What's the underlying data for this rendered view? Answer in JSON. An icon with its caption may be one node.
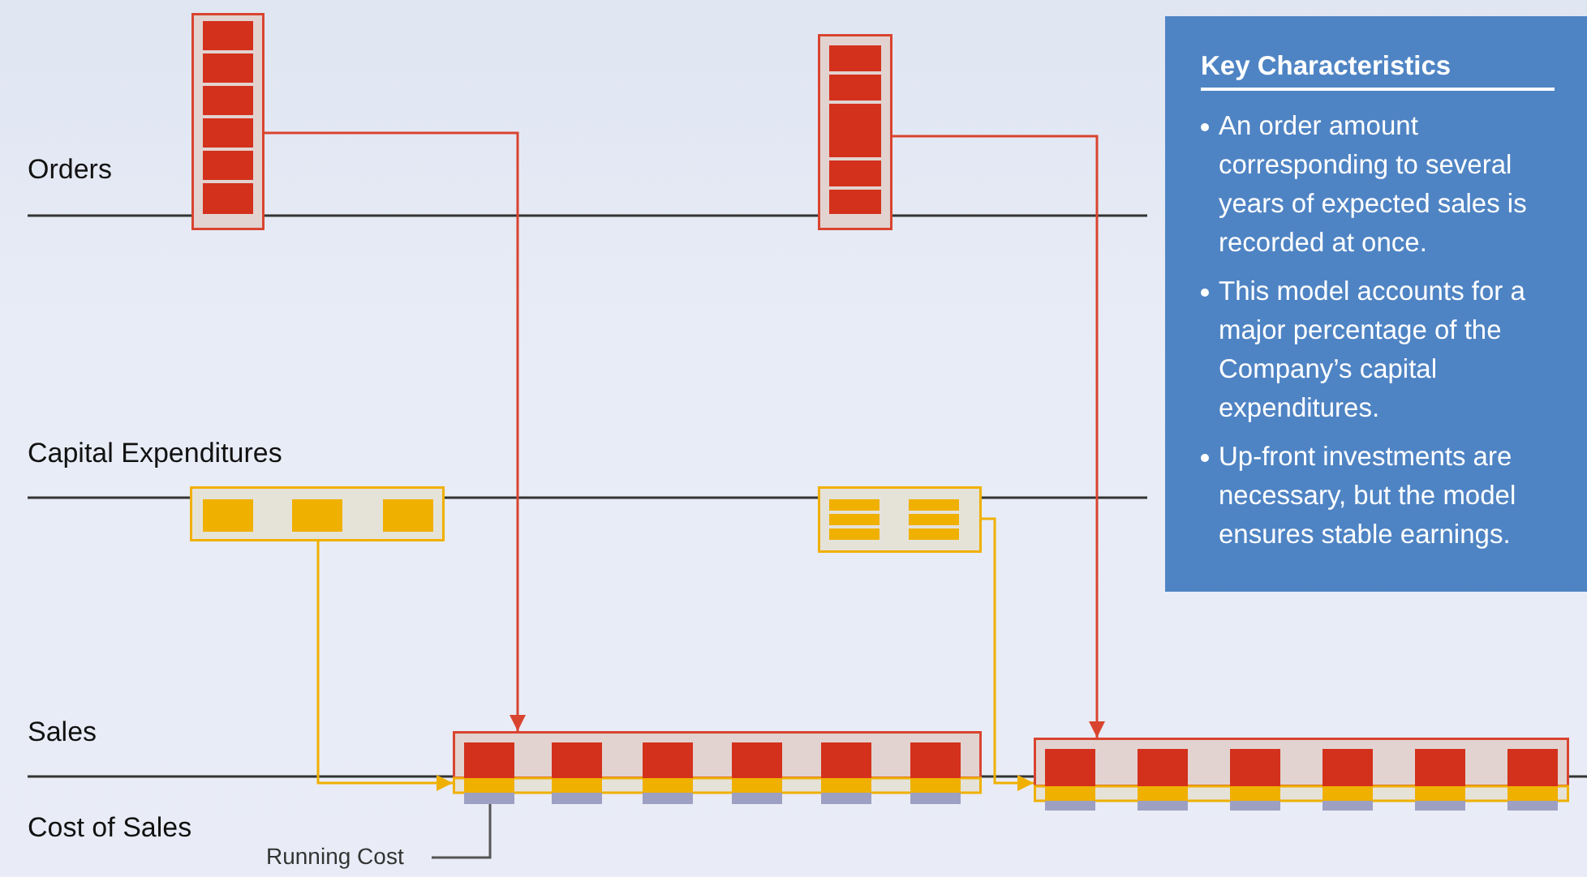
{
  "diagram": {
    "nodes": [
      {
        "text": [],
        "shape": "box"
      },
      {
        "text": [],
        "shape": "box"
      },
      {
        "text": [
          "Key Characteristics",
          "An order amount corresponding to several years of expected sales is recorded at once.",
          "This model accounts for a major percentage of the Company’s capital expenditures.",
          "Up-front investments are necessary, but the model ensures stable earnings."
        ]
      },
      {
        "text": [],
        "shape": "box"
      },
      {
        "text": [],
        "shape": "box"
      },
      {
        "text": [],
        "shape": "box"
      },
      {
        "text": [],
        "shape": "box"
      },
      {
        "text": [
          "Running Cost"
        ]
      }
    ],
    "edges": [
      {
        "from": 0,
        "to": 5,
        "arrow": "to",
        "color": "#d9442f"
      },
      {
        "from": 1,
        "to": 6,
        "arrow": "to",
        "color": "#d9442f"
      },
      {
        "from": 3,
        "to": 5,
        "arrow": "to",
        "color": "#f0b000"
      },
      {
        "from": 4,
        "to": 6,
        "arrow": "to",
        "color": "#f0b000"
      },
      {
        "from": 7,
        "to": 5,
        "arrow": "none",
        "color": "#555555"
      }
    ],
    "labels": [
      "Orders",
      "Capital Expenditures",
      "Sales",
      "Cost of Sales"
    ]
  }
}
